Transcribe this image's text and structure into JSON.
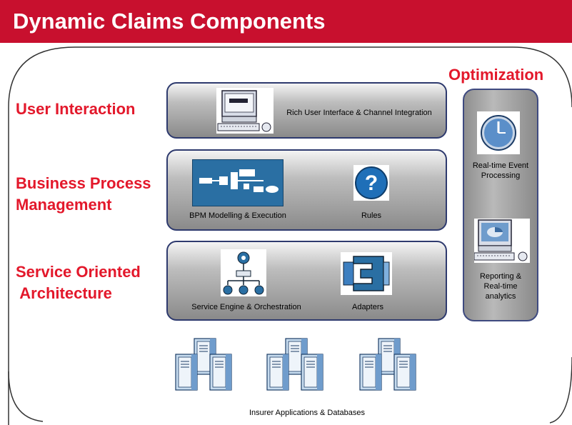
{
  "title": "Dynamic Claims Components",
  "layers": {
    "user_interaction": [
      "User Interaction"
    ],
    "bpm": [
      "Business Process",
      "Management"
    ],
    "soa": [
      "Service Oriented",
      " Architecture"
    ]
  },
  "components": {
    "rich_ui": "Rich User Interface & Channel Integration",
    "bpm_modelling": "BPM Modelling & Execution",
    "rules": "Rules",
    "service_engine": "Service Engine & Orchestration",
    "adapters": "Adapters"
  },
  "optimization": {
    "title": "Optimization",
    "realtime": [
      "Real-time Event",
      "Processing"
    ],
    "reporting": [
      "Reporting &",
      "Real-time",
      "analytics"
    ]
  },
  "databases": "Insurer Applications & Databases",
  "colors": {
    "title_bar": "#c8102e",
    "label_red": "#e3182b",
    "band_border": "#2e3a6e"
  },
  "icons": [
    "computer-icon",
    "workflow-diagram-icon",
    "question-icon",
    "orchestration-tree-icon",
    "adapter-icon",
    "clock-icon",
    "analytics-computer-icon",
    "server-icon"
  ]
}
